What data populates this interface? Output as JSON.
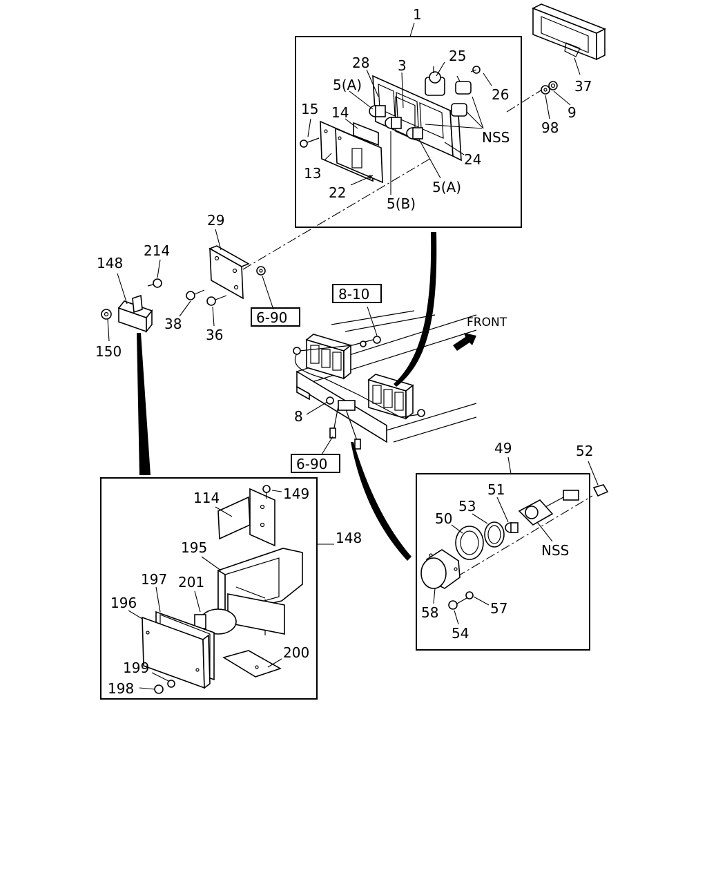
{
  "diagram": {
    "front_label": "FRONT",
    "callouts": {
      "c1": "1",
      "c3": "3",
      "c25": "25",
      "c26": "26",
      "c28": "28",
      "c5a_top": "5(A)",
      "c5a_bottom": "5(A)",
      "c5b": "5(B)",
      "c15": "15",
      "c14": "14",
      "c13": "13",
      "c22": "22",
      "c24": "24",
      "c_nss_top": "NSS",
      "c37": "37",
      "c98": "98",
      "c9": "9",
      "c29": "29",
      "c148_top": "148",
      "c214": "214",
      "c38": "38",
      "c36": "36",
      "c150": "150",
      "c8": "8",
      "c114": "114",
      "c149": "149",
      "c148_panel": "148",
      "c195": "195",
      "c197": "197",
      "c201": "201",
      "c196": "196",
      "c199": "199",
      "c198": "198",
      "c200": "200",
      "c49": "49",
      "c52": "52",
      "c51": "51",
      "c53": "53",
      "c50": "50",
      "c_nss_bottom": "NSS",
      "c58": "58",
      "c57": "57",
      "c54": "54"
    },
    "refs": {
      "r690_top": "6-90",
      "r810": "8-10",
      "r690_bottom": "6-90"
    }
  }
}
